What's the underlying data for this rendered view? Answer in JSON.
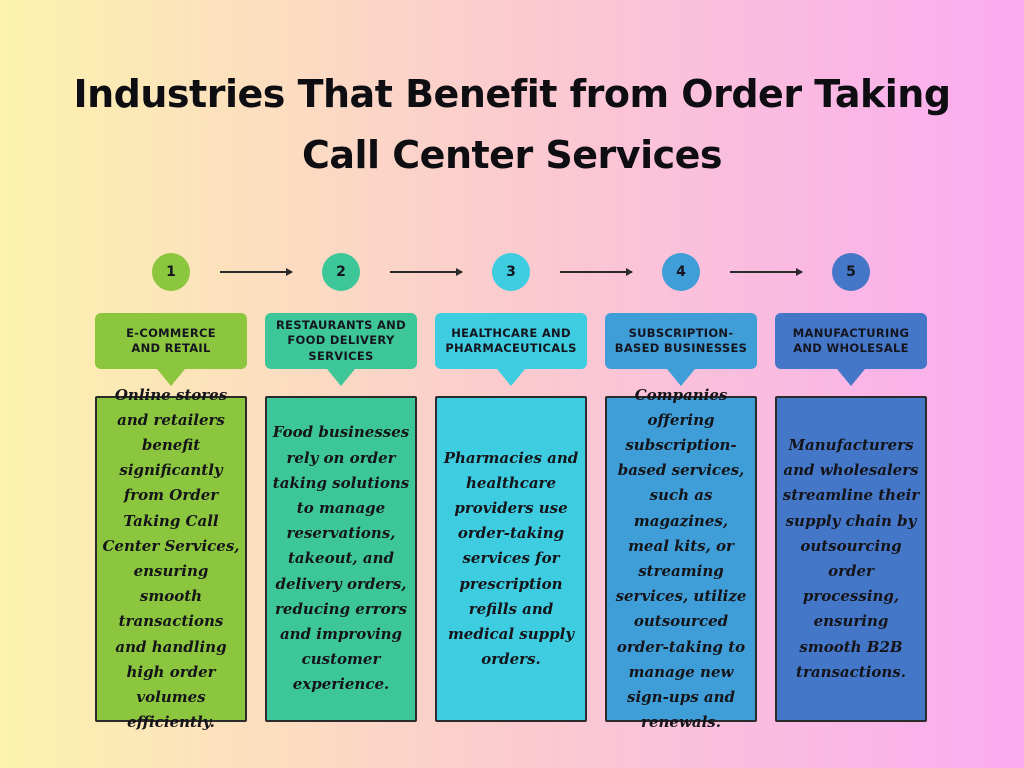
{
  "title": {
    "line1": "Industries That Benefit from Order Taking",
    "line2": "Call Center Services"
  },
  "background": {
    "gradient_left": "#FCF3AE",
    "gradient_right": "#FAACF1"
  },
  "arrow_color": "#2A2A2A",
  "columns": [
    {
      "step": "1",
      "color": "#8CC63E",
      "header": "E-COMMERCE\nAND RETAIL",
      "body": "Online stores and retailers benefit significantly from Order Taking Call Center Services, ensuring smooth transactions and handling high order volumes efficiently."
    },
    {
      "step": "2",
      "color": "#3DC798",
      "header": "RESTAURANTS AND\nFOOD DELIVERY\nSERVICES",
      "body": "Food businesses rely on order taking solutions to manage reservations, takeout, and delivery orders, reducing errors and improving customer experience."
    },
    {
      "step": "3",
      "color": "#3DCCE0",
      "header": "HEALTHCARE AND\nPHARMACEUTICALS",
      "body": "Pharmacies and healthcare providers use order-taking services for prescription refills and medical supply orders."
    },
    {
      "step": "4",
      "color": "#3F9ED8",
      "header": "SUBSCRIPTION-\nBASED BUSINESSES",
      "body": "Companies offering subscription-based services, such as magazines, meal kits, or streaming services, utilize outsourced order-taking to manage new sign-ups and renewals."
    },
    {
      "step": "5",
      "color": "#4577C9",
      "header": "MANUFACTURING\nAND WHOLESALE",
      "body": "Manufacturers and wholesalers streamline their supply chain by outsourcing order processing, ensuring smooth B2B transactions."
    }
  ]
}
